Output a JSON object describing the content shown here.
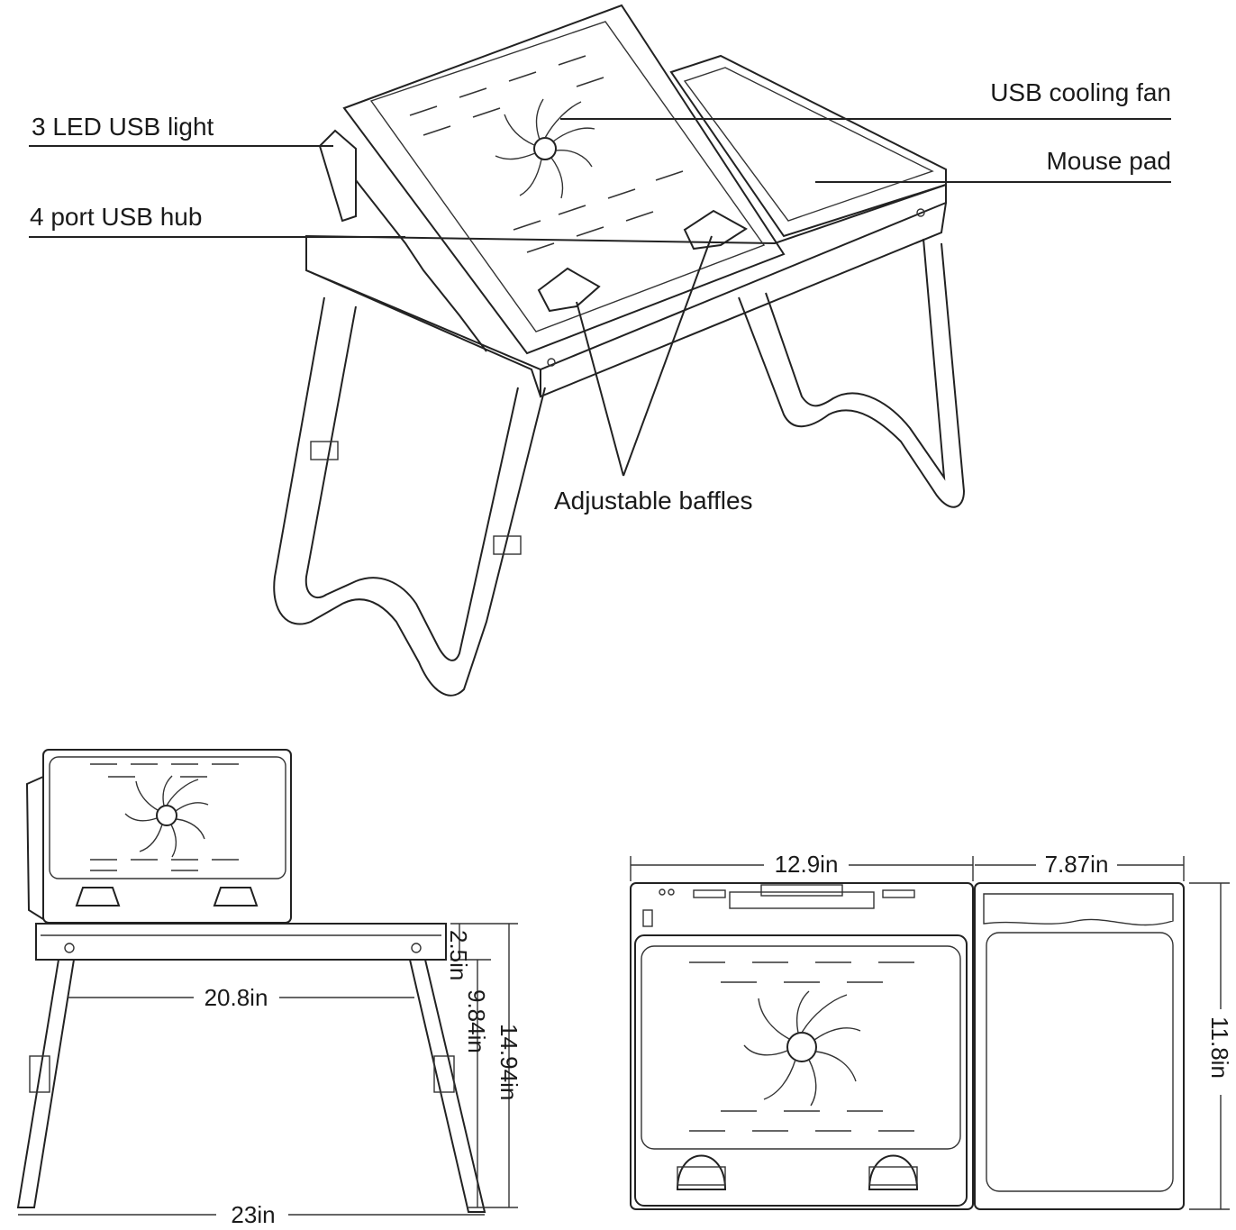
{
  "callouts": {
    "led_light": "3 LED USB light",
    "usb_hub": "4 port USB hub",
    "cooling_fan": "USB cooling fan",
    "mouse_pad": "Mouse pad",
    "baffles": "Adjustable baffles"
  },
  "dimensions": {
    "height_top": "2.5in",
    "leg_height": "9.84in",
    "total_height": "14.94in",
    "leg_span": "20.8in",
    "total_width": "23in",
    "tray_width": "12.9in",
    "pad_width": "7.87in",
    "depth": "11.8in"
  }
}
